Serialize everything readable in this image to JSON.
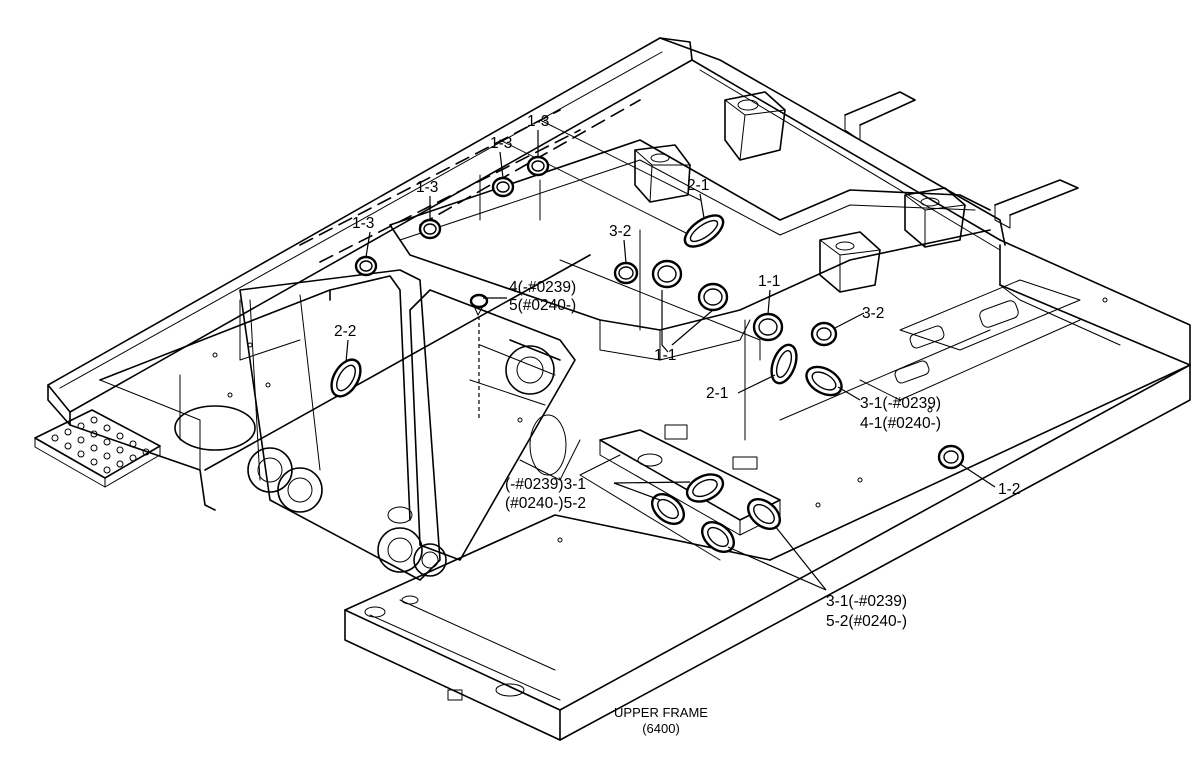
{
  "caption": {
    "title": "UPPER FRAME",
    "code": "(6400)"
  },
  "callouts": [
    {
      "id": "c1",
      "text": "1-3"
    },
    {
      "id": "c2",
      "text": "1-3"
    },
    {
      "id": "c3",
      "text": "1-3"
    },
    {
      "id": "c4",
      "text": "1-3"
    },
    {
      "id": "c5",
      "text": "2-1"
    },
    {
      "id": "c6",
      "text": "3-2"
    },
    {
      "id": "c7",
      "text": "4(-#0239)"
    },
    {
      "id": "c8",
      "text": "5(#0240-)"
    },
    {
      "id": "c9",
      "text": "2-2"
    },
    {
      "id": "c10",
      "text": "1-1"
    },
    {
      "id": "c11",
      "text": "3-2"
    },
    {
      "id": "c12",
      "text": "1-1"
    },
    {
      "id": "c13",
      "text": "2-1"
    },
    {
      "id": "c14",
      "text": "3-1(-#0239)"
    },
    {
      "id": "c15",
      "text": "4-1(#0240-)"
    },
    {
      "id": "c16",
      "text": "1-2"
    },
    {
      "id": "c17",
      "text": "(-#0239)3-1"
    },
    {
      "id": "c18",
      "text": "(#0240-)5-2"
    },
    {
      "id": "c19",
      "text": "3-1(-#0239)"
    },
    {
      "id": "c20",
      "text": "5-2(#0240-)"
    }
  ]
}
